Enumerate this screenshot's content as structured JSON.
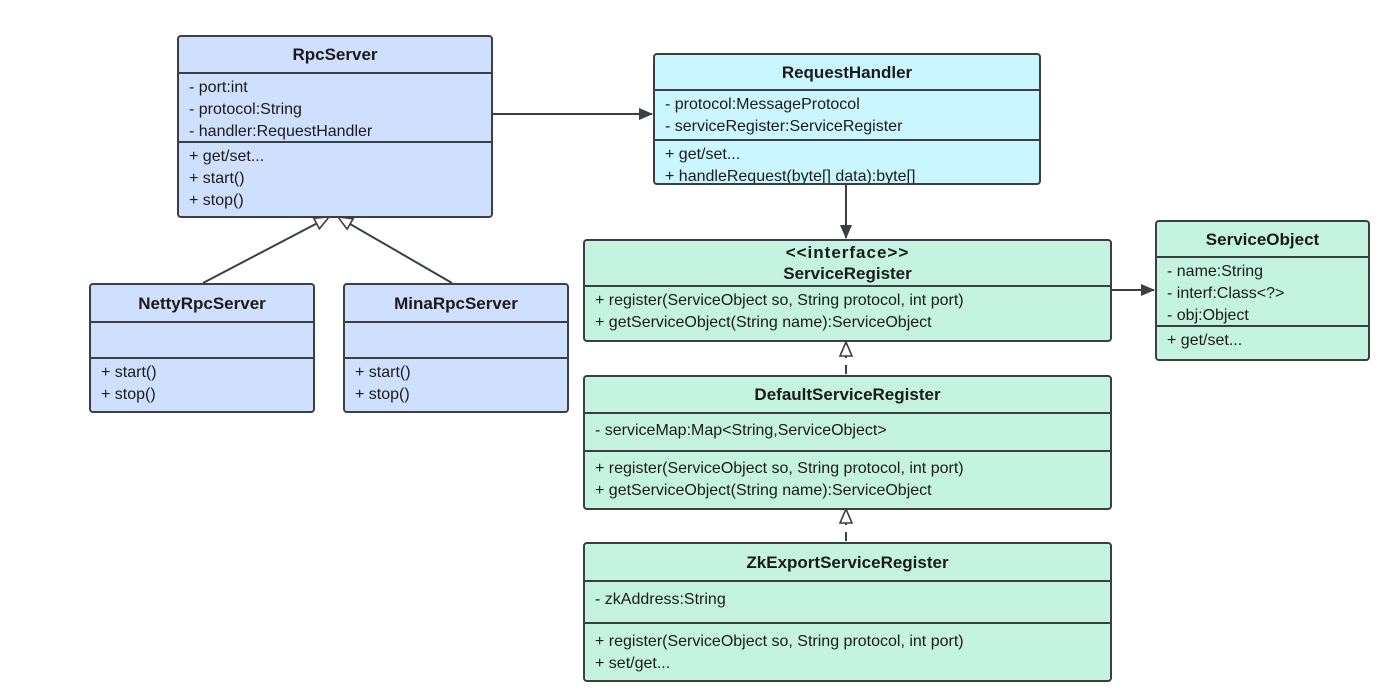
{
  "classes": {
    "rpc_server": {
      "name": "RpcServer",
      "attributes": [
        "- port:int",
        "- protocol:String",
        "- handler:RequestHandler"
      ],
      "methods": [
        "+ get/set...",
        "+ start()",
        "+ stop()"
      ]
    },
    "request_handler": {
      "name": "RequestHandler",
      "attributes": [
        "- protocol:MessageProtocol",
        "- serviceRegister:ServiceRegister"
      ],
      "methods": [
        "+ get/set...",
        "+ handleRequest(byte[] data):byte[]"
      ]
    },
    "netty_rpc_server": {
      "name": "NettyRpcServer",
      "attributes": [],
      "methods": [
        "+ start()",
        "+ stop()"
      ]
    },
    "mina_rpc_server": {
      "name": "MinaRpcServer",
      "attributes": [],
      "methods": [
        "+ start()",
        "+ stop()"
      ]
    },
    "service_register": {
      "stereotype": "<<interface>>",
      "name": "ServiceRegister",
      "methods": [
        "+ register(ServiceObject so, String protocol, int port)",
        "+ getServiceObject(String name):ServiceObject"
      ]
    },
    "service_object": {
      "name": "ServiceObject",
      "attributes": [
        "- name:String",
        "- interf:Class<?>",
        "- obj:Object"
      ],
      "methods": [
        "+ get/set..."
      ]
    },
    "default_service_register": {
      "name": "DefaultServiceRegister",
      "attributes": [
        "- serviceMap:Map<String,ServiceObject>"
      ],
      "methods": [
        "+ register(ServiceObject so, String protocol, int port)",
        "+ getServiceObject(String name):ServiceObject"
      ]
    },
    "zk_export_service_register": {
      "name": "ZkExportServiceRegister",
      "attributes": [
        "- zkAddress:String"
      ],
      "methods": [
        "+ register(ServiceObject so, String protocol, int port)",
        "+ set/get..."
      ]
    }
  },
  "relationships": [
    {
      "from": "RpcServer",
      "to": "RequestHandler",
      "type": "association"
    },
    {
      "from": "RequestHandler",
      "to": "ServiceRegister",
      "type": "association"
    },
    {
      "from": "ServiceRegister",
      "to": "ServiceObject",
      "type": "association"
    },
    {
      "from": "NettyRpcServer",
      "to": "RpcServer",
      "type": "generalization"
    },
    {
      "from": "MinaRpcServer",
      "to": "RpcServer",
      "type": "generalization"
    },
    {
      "from": "DefaultServiceRegister",
      "to": "ServiceRegister",
      "type": "realization"
    },
    {
      "from": "ZkExportServiceRegister",
      "to": "DefaultServiceRegister",
      "type": "realization"
    }
  ],
  "colors": {
    "server_fill": "#cfe0ff",
    "handler_fill": "#c9f6ff",
    "register_fill": "#c4f4e0",
    "line": "#3a3f44"
  }
}
